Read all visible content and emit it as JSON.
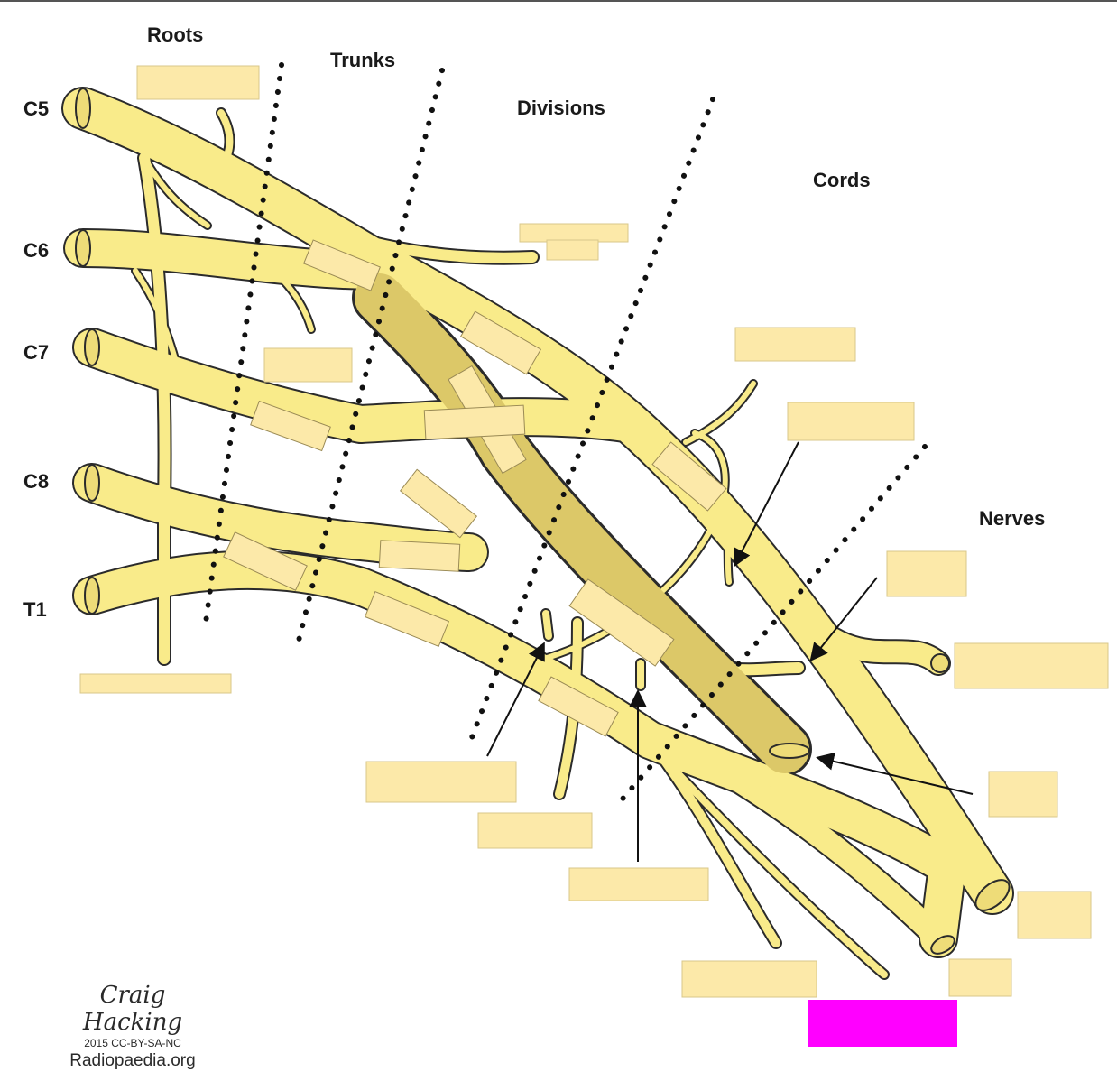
{
  "headers": {
    "roots": "Roots",
    "trunks": "Trunks",
    "divisions": "Divisions",
    "cords": "Cords",
    "nerves": "Nerves"
  },
  "root_labels": [
    "C5",
    "C6",
    "C7",
    "C8",
    "T1"
  ],
  "attribution": {
    "author": "Craig Hacking",
    "license": "2015 CC-BY-SA-NC",
    "site": "Radiopaedia.org"
  },
  "colors": {
    "nerve_fill": "#F9EB8A",
    "nerve_stroke": "#2b2b2b",
    "nerve_shade": "#E0CC66",
    "cord_fill": "#DCC868",
    "label_box": "#FCE9A9",
    "highlight_box": "#FF00FF",
    "dots": "#111111"
  }
}
